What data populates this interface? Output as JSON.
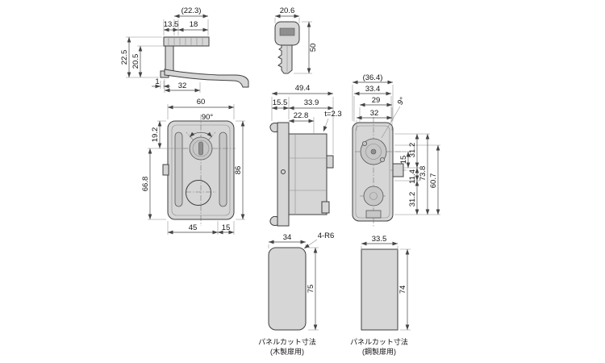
{
  "colors": {
    "part_fill": "#d6d6d6",
    "line": "#3f3f3f",
    "dim_text": "#141414"
  },
  "views": {
    "latch": {
      "top_width_ref": "(22.3)",
      "top_seg1": "13.5",
      "top_seg2": "18",
      "height1": "22.5",
      "height2": "20.5",
      "step": "1",
      "arm_length": "32"
    },
    "key": {
      "width": "20.6",
      "length": "50"
    },
    "front": {
      "width": "60",
      "rotation_angle": "90°",
      "keyhole_offset": "19.2",
      "lower_span": "66.8",
      "height": "86",
      "bottom_seg1": "45",
      "bottom_seg2": "15"
    },
    "side": {
      "depth_total": "49.4",
      "depth_seg1": "15.5",
      "depth_seg2": "33.9",
      "cylinder_depth": "22.8",
      "panel_thickness": "t=2.3"
    },
    "back": {
      "width_ref": "(36.4)",
      "width1": "33.4",
      "width2": "29",
      "width3": "32",
      "angle": "9°",
      "h_seg0": "15",
      "h_seg1": "31.2",
      "h_seg2": "11.4",
      "h_seg3": "31.2",
      "h_total1": "73.8",
      "h_total2": "60.7"
    },
    "panel_wood": {
      "width": "34",
      "corner_note": "4-R6",
      "height": "75",
      "caption1": "パネルカット寸法",
      "caption2": "(木製扉用)"
    },
    "panel_steel": {
      "width": "33.5",
      "height": "74",
      "caption1": "パネルカット寸法",
      "caption2": "(鋼製扉用)"
    }
  }
}
